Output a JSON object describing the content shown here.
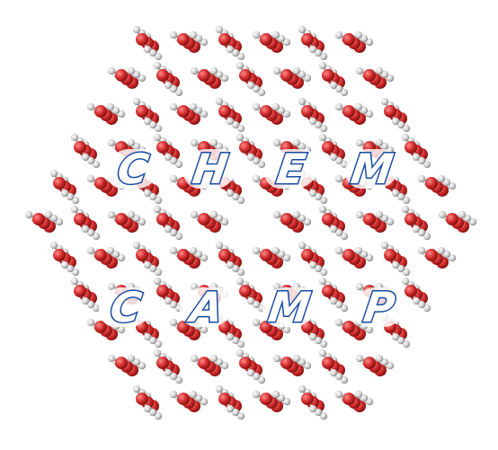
{
  "logo": {
    "row1": [
      "C",
      "H",
      "E",
      "M"
    ],
    "row2": [
      "C",
      "A",
      "M",
      "P"
    ]
  },
  "colors": {
    "oxygen": "#cc2a2a",
    "hydrogen": "#d9d9d9",
    "letter_outline": "#1a4fa8",
    "letter_fill": "#ffffff"
  }
}
